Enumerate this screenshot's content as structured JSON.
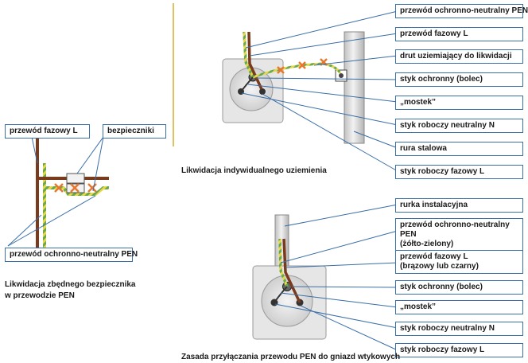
{
  "left_panel": {
    "labels": {
      "phase_wire": "przewód fazowy L",
      "fuses": "bezpieczniki",
      "pen_wire": "przewód ochronno-neutralny PEN"
    },
    "caption_line1": "Likwidacja zbędnego bezpiecznika",
    "caption_line2": "w przewodzie PEN"
  },
  "top_right_panel": {
    "labels": {
      "pen_wire": "przewód ochronno-neutralny PEN",
      "phase_wire": "przewód fazowy L",
      "ground_wire": "drut uziemiający do likwidacji",
      "protective_contact": "styk ochronny (bolec)",
      "jumper": "„mostek”",
      "neutral_contact": "styk roboczy neutralny N",
      "steel_pipe": "rura stalowa",
      "phase_contact": "styk roboczy fazowy L"
    },
    "caption": "Likwidacja indywidualnego uziemienia"
  },
  "bottom_right_panel": {
    "labels": {
      "conduit": "rurka instalacyjna",
      "pen_wire_line1": "przewód ochronno-neutralny PEN",
      "pen_wire_line2": "(żółto-zielony)",
      "phase_wire_line1": "przewód fazowy L",
      "phase_wire_line2": "(brązowy lub czarny)",
      "protective_contact": "styk ochronny (bolec)",
      "jumper": "„mostek”",
      "neutral_contact": "styk roboczy neutralny N",
      "phase_contact": "styk roboczy fazowy L"
    },
    "caption": "Zasada przyłączania przewodu PEN do gniazd wtykowych"
  },
  "colors": {
    "label_border": "#3a6fa8",
    "leader_line": "#3a6fa8",
    "phase_wire": "#7a3b1c",
    "pen_wire": "#6aa84f",
    "removal_mark": "#e8772e",
    "socket_plate": "#e6e6e6",
    "divider": "#e0c060"
  }
}
